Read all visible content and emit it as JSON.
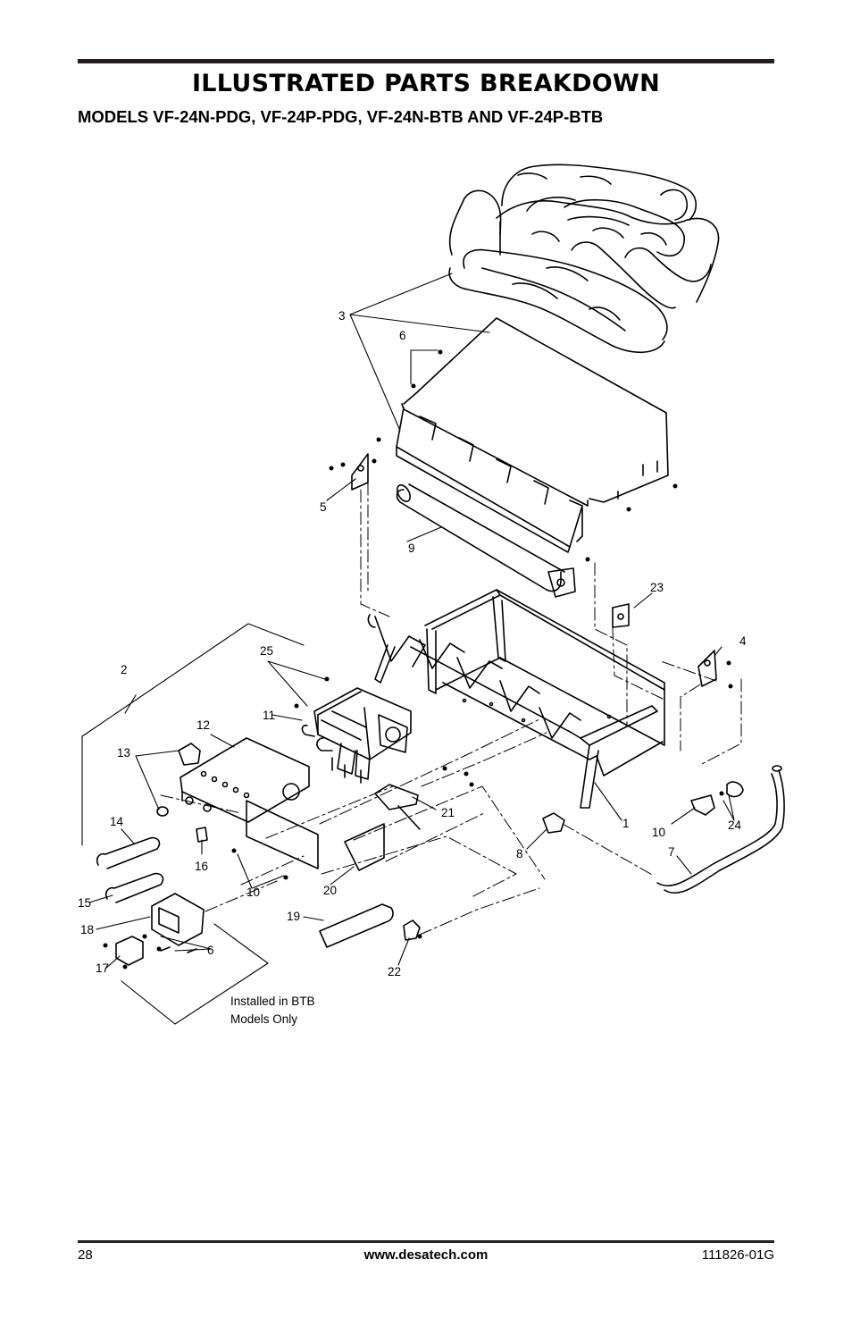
{
  "header": {
    "title": "ILLUSTRATED PARTS BREAKDOWN",
    "subtitle": "MODELS VF-24N-PDG, VF-24P-PDG, VF-24N-BTB AND VF-24P-BTB"
  },
  "diagram": {
    "callouts": [
      "1",
      "2",
      "3",
      "4",
      "5",
      "6",
      "6",
      "7",
      "8",
      "9",
      "10",
      "10",
      "11",
      "12",
      "13",
      "14",
      "15",
      "16",
      "17",
      "18",
      "19",
      "20",
      "21",
      "22",
      "23",
      "24",
      "25"
    ],
    "note_lines": [
      "Installed in BTB",
      "Models Only"
    ]
  },
  "footer": {
    "page_number": "28",
    "website": "www.desatech.com",
    "document_number": "111826-01G"
  }
}
